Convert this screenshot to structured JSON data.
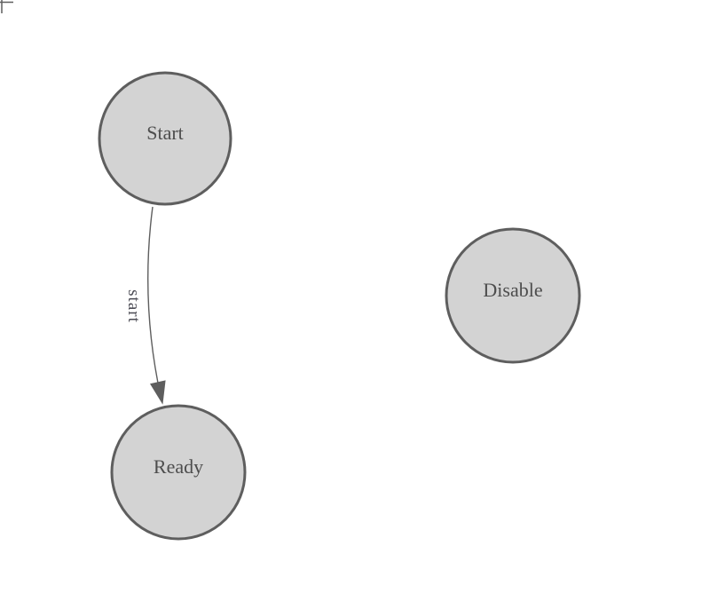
{
  "diagram": {
    "type": "state-graph",
    "background_color": "#ffffff",
    "node_fill_color": "#d3d3d3",
    "node_border_color": "#5e5e5e",
    "node_label_color": "#4d4d4d",
    "edge_color": "#5e5e5e",
    "edge_label_color": "#4c4c55",
    "nodes": [
      {
        "id": "start",
        "label": "Start"
      },
      {
        "id": "ready",
        "label": "Ready"
      },
      {
        "id": "disable",
        "label": "Disable"
      }
    ],
    "edges": [
      {
        "from": "Start",
        "to": "Ready",
        "label": "start"
      }
    ]
  }
}
